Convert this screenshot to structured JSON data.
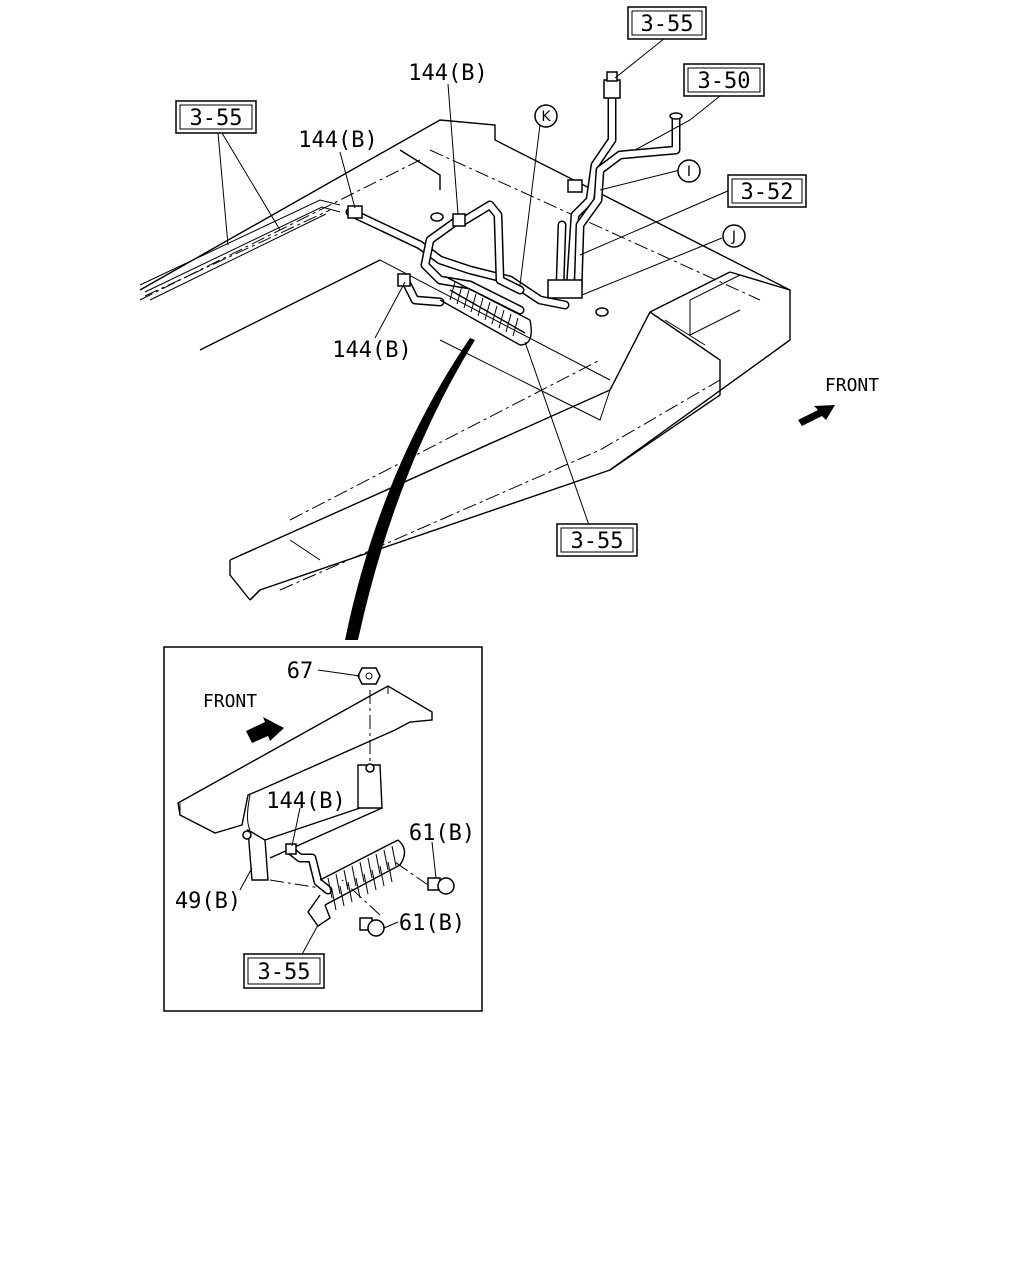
{
  "labels": {
    "ref_3_55_top": "3-55",
    "ref_3_50": "3-50",
    "ref_3_55_left": "3-55",
    "ref_3_52": "3-52",
    "ref_3_55_mid": "3-55",
    "ref_3_55_inset": "3-55",
    "p144b_1": "144(B)",
    "p144b_2": "144(B)",
    "p144b_3": "144(B)",
    "p144b_inset": "144(B)",
    "p67": "67",
    "p61b_1": "61(B)",
    "p61b_2": "61(B)",
    "p49b": "49(B)",
    "circle_k": "K",
    "circle_i": "I",
    "circle_j": "J",
    "front_main": "FRONT",
    "front_inset": "FRONT"
  },
  "icons": {
    "front_arrow": "front-arrow-icon"
  },
  "colors": {
    "ink": "#000000",
    "paper": "#ffffff"
  }
}
